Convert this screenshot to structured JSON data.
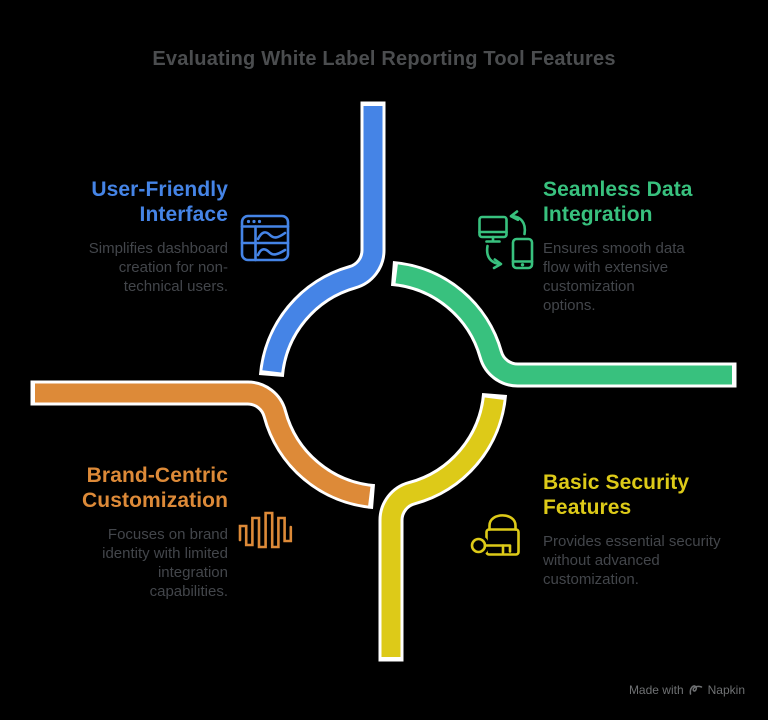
{
  "title": "Evaluating White Label Reporting Tool Features",
  "background_color": "#000000",
  "diagram_type": "four-quadrant cycle ring with tangent arms",
  "quadrants": [
    {
      "id": "user-friendly-interface",
      "position": "top-left",
      "heading_lines": [
        "User-Friendly",
        "Interface"
      ],
      "body_lines": [
        "Simplifies dashboard",
        "creation for non-",
        "technical users."
      ],
      "color": "#4584e6",
      "icon": "dashboard-window-icon"
    },
    {
      "id": "seamless-data-integration",
      "position": "top-right",
      "heading_lines": [
        "Seamless Data",
        "Integration"
      ],
      "body_lines": [
        "Ensures smooth data",
        "flow with extensive",
        "customization",
        "options."
      ],
      "color": "#38c17e",
      "icon": "device-sync-icon"
    },
    {
      "id": "brand-centric-customization",
      "position": "bottom-left",
      "heading_lines": [
        "Brand-Centric",
        "Customization"
      ],
      "body_lines": [
        "Focuses on brand",
        "identity with limited",
        "integration",
        "capabilities."
      ],
      "color": "#dd8a38",
      "icon": "square-waveform-icon"
    },
    {
      "id": "basic-security-features",
      "position": "bottom-right",
      "heading_lines": [
        "Basic Security",
        "Features"
      ],
      "body_lines": [
        "Provides essential security",
        "without advanced",
        "customization."
      ],
      "color": "#ddca18",
      "icon": "lock-key-icon"
    }
  ],
  "text_colors": {
    "title": "#4b4d4f",
    "body": "#43464b",
    "footer": "#6f7173"
  },
  "ring_outline_color": "#ffffff",
  "footer": {
    "made_with": "Made with",
    "brand": "Napkin",
    "icon": "napkin-scribble-icon"
  }
}
